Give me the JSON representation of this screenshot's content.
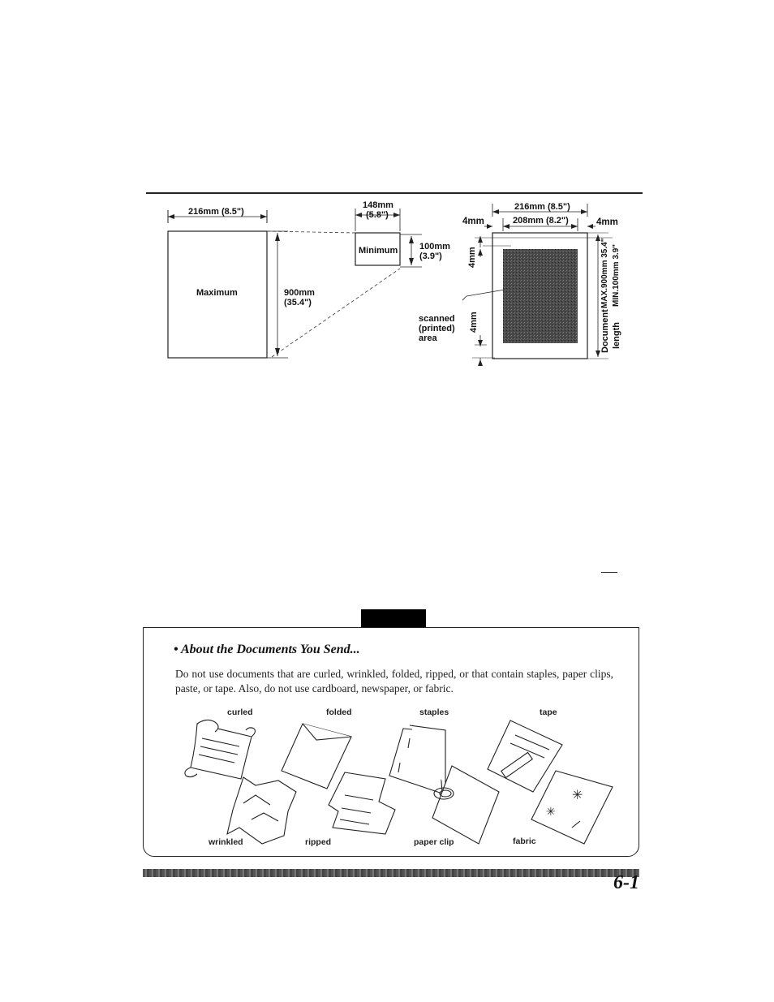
{
  "diagram_left": {
    "width_label": "216mm (8.5\")",
    "maximum_label": "Maximum",
    "length_label_line1": "900mm",
    "length_label_line2": "(35.4\")",
    "min_width_line1": "148mm",
    "min_width_line2": "(5.8\")",
    "minimum_label": "Minimum",
    "min_height_line1": "100mm",
    "min_height_line2": "(3.9\")"
  },
  "diagram_right": {
    "total_width_label": "216mm (8.5\")",
    "margin_left_label": "4mm",
    "scan_width_label": "208mm (8.2\")",
    "margin_right_label": "4mm",
    "margin_top_label": "4mm",
    "margin_bottom_label": "4mm",
    "scanned_line1": "scanned",
    "scanned_line2": "(printed)",
    "scanned_line3": "area",
    "doc_length_line1": "Document",
    "doc_length_line2": "length",
    "doc_max_label": "MAX.900mm 35.4\"",
    "doc_min_label": "MIN.100mm 3.9\""
  },
  "note": {
    "heading": "• About the Documents You Send...",
    "body": "Do not use documents that are curled, wrinkled, folded, ripped, or that contain staples, paper clips, paste, or tape. Also, do not use cardboard, newspaper, or fabric.",
    "labels": {
      "curled": "curled",
      "folded": "folded",
      "staples": "staples",
      "tape": "tape",
      "wrinkled": "wrinkled",
      "ripped": "ripped",
      "paper_clip": "paper clip",
      "fabric": "fabric"
    }
  },
  "footer": {
    "page_number": "6-1"
  }
}
